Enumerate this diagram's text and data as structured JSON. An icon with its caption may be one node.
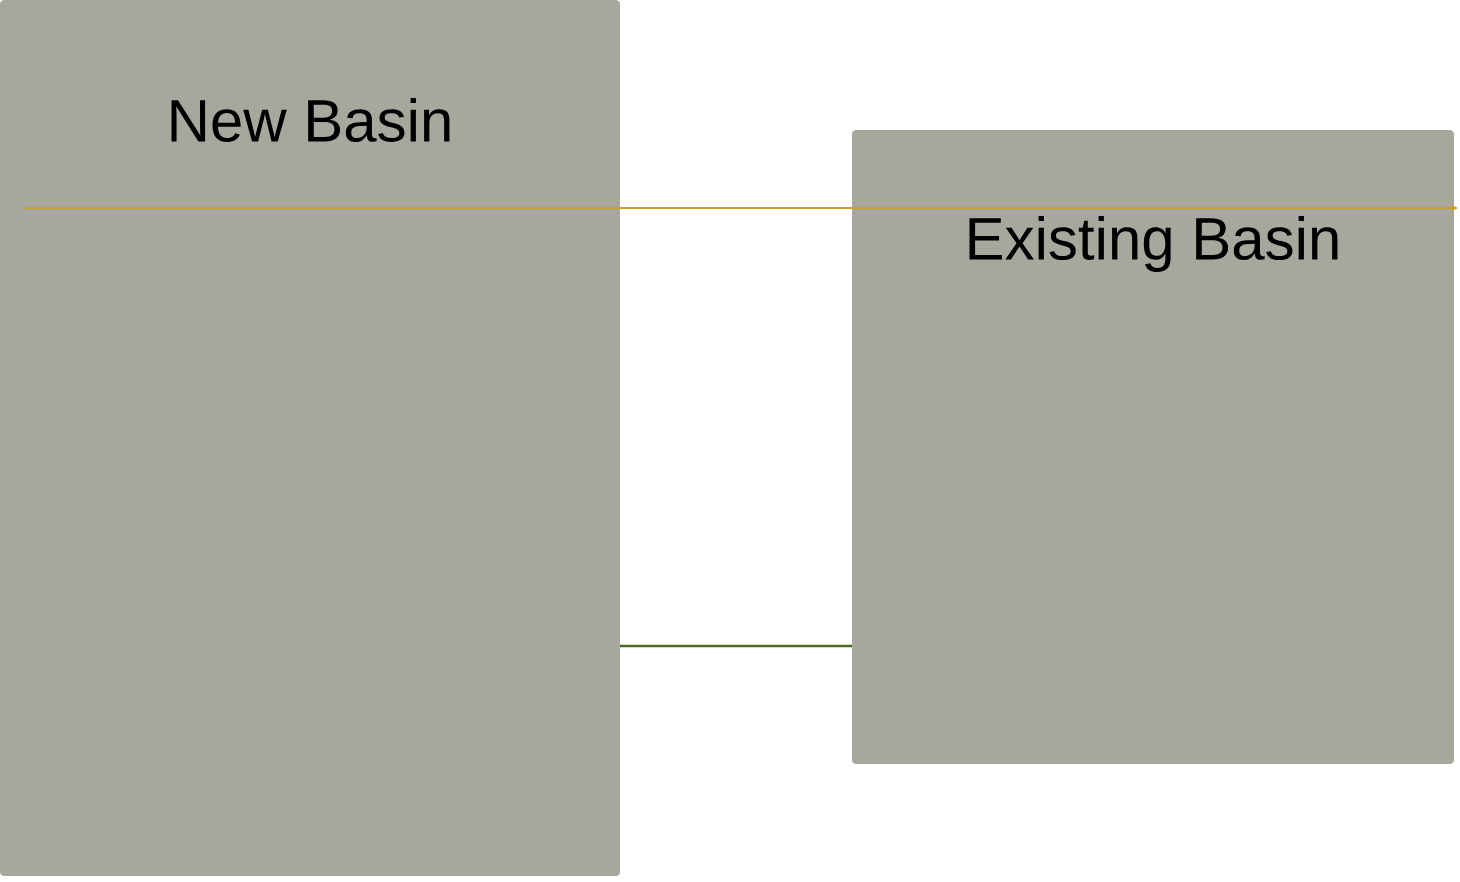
{
  "diagram": {
    "nodes": [
      {
        "text": [
          "New Basin"
        ]
      },
      {
        "text": [
          "Existing Basin"
        ]
      }
    ],
    "edges": [
      {
        "from": 0,
        "to": 1,
        "arrow": "none",
        "color": "#4b6b1c"
      },
      {
        "from": 0,
        "to": 1,
        "arrow": "to",
        "color": "#c9a02a"
      }
    ]
  }
}
